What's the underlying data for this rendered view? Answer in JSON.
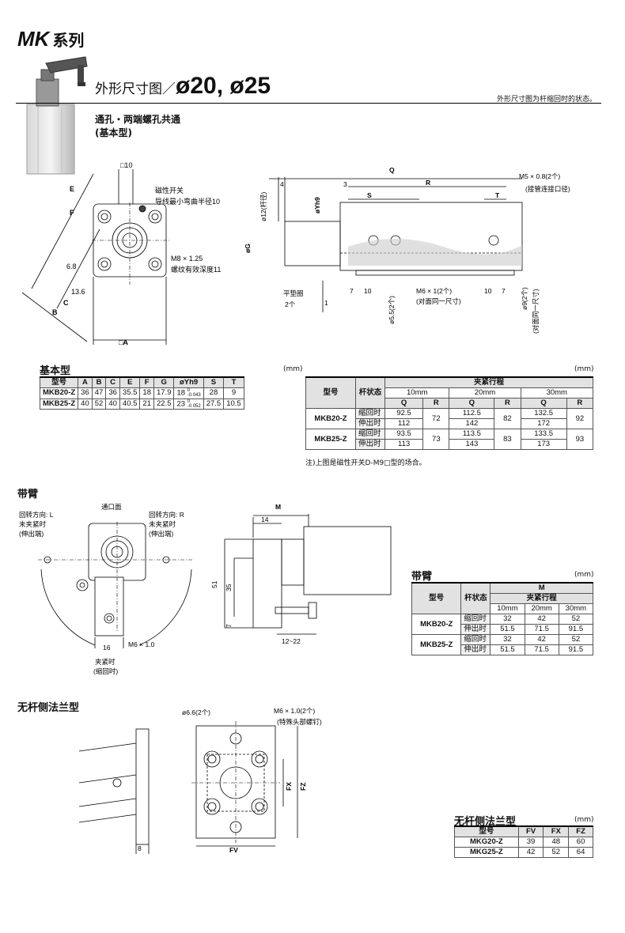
{
  "header": {
    "series": "MK",
    "series_suffix": "系列",
    "heading_prefix": "外形尺寸图／",
    "heading_sizes": "ø20, ø25",
    "note": "外形尺寸图为杆缩回时的状态。",
    "subtitle_line1": "通孔・两端螺孔共通",
    "subtitle_line2": "(基本型)"
  },
  "basic_drawing": {
    "labels": {
      "E": "E",
      "F": "F",
      "C": "C",
      "B": "B",
      "A": "□A",
      "sq10": "□10",
      "d68": "6.8",
      "d136": "13.6",
      "switch": "磁性开关",
      "switch_bend": "导线最小弯曲半径10",
      "thread": "M8 × 1.25",
      "thread_depth": "螺纹有效深度11"
    }
  },
  "side_drawing": {
    "labels": {
      "Q": "Q",
      "R": "R",
      "S": "S",
      "T": "T",
      "d4": "4",
      "d3": "3",
      "rod": "ø12(杆径)",
      "yh9": "øYh9",
      "G": "øG",
      "port": "M5 × 0.8(2个)",
      "port_note": "(接管连接口径)",
      "washer": "平垫圈",
      "washer_count": "2个",
      "one": "1",
      "d7a": "7",
      "d10a": "10",
      "m6": "M6 × 1(2个)",
      "m6_note": "(对面同一尺寸)",
      "d10b": "10",
      "d7b": "7",
      "d55": "ø5.5(2个)",
      "d9": "ø9(2个)",
      "d9_note": "(对面同一尺寸)"
    }
  },
  "basic_table": {
    "title": "基本型",
    "unit": "(mm)",
    "headers": [
      "型号",
      "A",
      "B",
      "C",
      "E",
      "F",
      "G",
      "øYh9",
      "S",
      "T"
    ],
    "rows": [
      {
        "model": "MKB20-Z",
        "A": "36",
        "B": "47",
        "C": "36",
        "E": "35.5",
        "F": "18",
        "G": "17.9",
        "Y": "18",
        "Y_tol_top": "0",
        "Y_tol_bot": "-0.043",
        "S": "28",
        "T": "9"
      },
      {
        "model": "MKB25-Z",
        "A": "40",
        "B": "52",
        "C": "40",
        "E": "40.5",
        "F": "21",
        "G": "22.5",
        "Y": "23",
        "Y_tol_top": "0",
        "Y_tol_bot": "-0.052",
        "S": "27.5",
        "T": "10.5"
      }
    ]
  },
  "stroke_table": {
    "unit": "(mm)",
    "h_model": "型号",
    "h_state": "杆状态",
    "h_stroke": "夹紧行程",
    "strokes": [
      "10mm",
      "20mm",
      "30mm"
    ],
    "q": "Q",
    "r": "R",
    "rows": [
      {
        "model": "MKB20-Z",
        "retract": "缩回时",
        "extend": "伸出时",
        "q": [
          "92.5",
          "112",
          "112.5",
          "142",
          "132.5",
          "172"
        ],
        "r": [
          "72",
          "82",
          "92"
        ]
      },
      {
        "model": "MKB25-Z",
        "retract": "缩回时",
        "extend": "伸出时",
        "q": [
          "93.5",
          "113",
          "113.5",
          "143",
          "133.5",
          "173"
        ],
        "r": [
          "73",
          "83",
          "93"
        ]
      }
    ],
    "note": "注)上图是磁性开关D-M9□型的场合。"
  },
  "arm_section": {
    "title": "带臂",
    "labels": {
      "rotL1": "回转方向: L",
      "rotL2": "未夹紧时",
      "rotL3": "(伸出端)",
      "port_face": "通口面",
      "rotR1": "回转方向: R",
      "rotR2": "未夹紧时",
      "rotR3": "(伸出端)",
      "d16": "16",
      "m6": "M6 × 1.0",
      "clamp1": "夹紧时",
      "clamp2": "(缩回时)",
      "M": "M",
      "d14": "14",
      "d51": "51",
      "d35": "35",
      "d7": "7",
      "d1222": "12~22"
    }
  },
  "arm_table": {
    "title": "带臂",
    "unit": "(mm)",
    "h_model": "型号",
    "h_state": "杆状态",
    "h_M": "M",
    "h_stroke": "夹紧行程",
    "strokes": [
      "10mm",
      "20mm",
      "30mm"
    ],
    "rows": [
      {
        "model": "MKB20-Z",
        "retract": "缩回时",
        "extend": "伸出时",
        "m_retract": [
          "32",
          "42",
          "52"
        ],
        "m_extend": [
          "51.5",
          "71.5",
          "91.5"
        ]
      },
      {
        "model": "MKB25-Z",
        "retract": "缩回时",
        "extend": "伸出时",
        "m_retract": [
          "32",
          "42",
          "52"
        ],
        "m_extend": [
          "51.5",
          "71.5",
          "91.5"
        ]
      }
    ]
  },
  "flange_section": {
    "title": "无杆侧法兰型",
    "labels": {
      "hole": "ø6.6(2个)",
      "bolt": "M6 × 1.0(2个)",
      "bolt_note": "(特殊头部螺钉)",
      "FX": "FX",
      "FZ": "FZ",
      "FV": "FV",
      "d8": "8"
    }
  },
  "flange_table": {
    "title": "无杆侧法兰型",
    "unit": "(mm)",
    "headers": [
      "型号",
      "FV",
      "FX",
      "FZ"
    ],
    "rows": [
      {
        "model": "MKG20-Z",
        "FV": "39",
        "FX": "48",
        "FZ": "60"
      },
      {
        "model": "MKG25-Z",
        "FV": "42",
        "FX": "52",
        "FZ": "64"
      }
    ]
  }
}
